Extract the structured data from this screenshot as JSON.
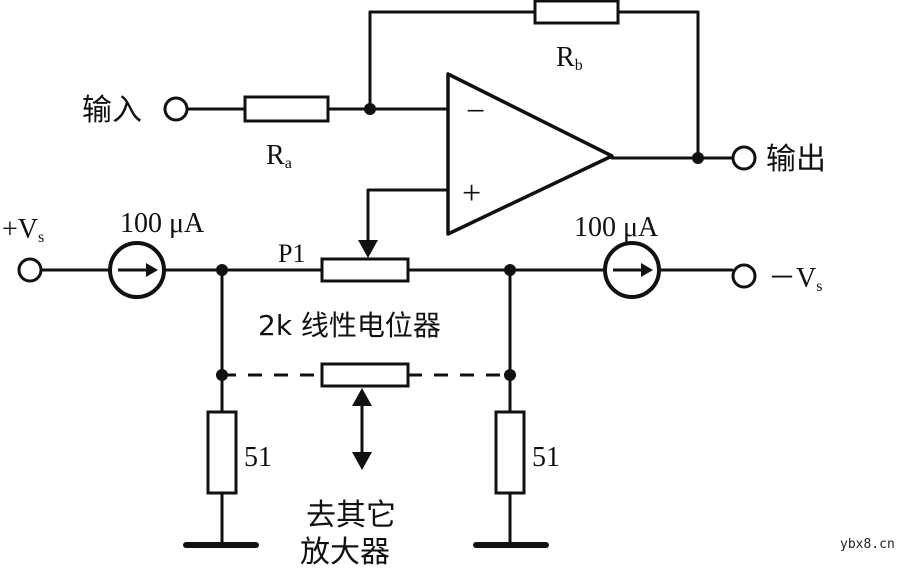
{
  "labels": {
    "input": "输入",
    "output": "输出",
    "ra_main": "R",
    "ra_sub": "a",
    "rb_main": "R",
    "rb_sub": "b",
    "plus_vs_main": "+V",
    "plus_vs_sub": "s",
    "minus_vs_main": "－V",
    "minus_vs_sub": "s",
    "current_left": "100 μA",
    "current_right": "100 μA",
    "p1": "P1",
    "pot_desc": "2k  线性电位器",
    "r51_left": "51",
    "r51_right": "51",
    "other_line1": "去其它",
    "other_line2": "放大器",
    "opamp_minus": "−",
    "opamp_plus": "+",
    "watermark": "ybx8.cn"
  }
}
